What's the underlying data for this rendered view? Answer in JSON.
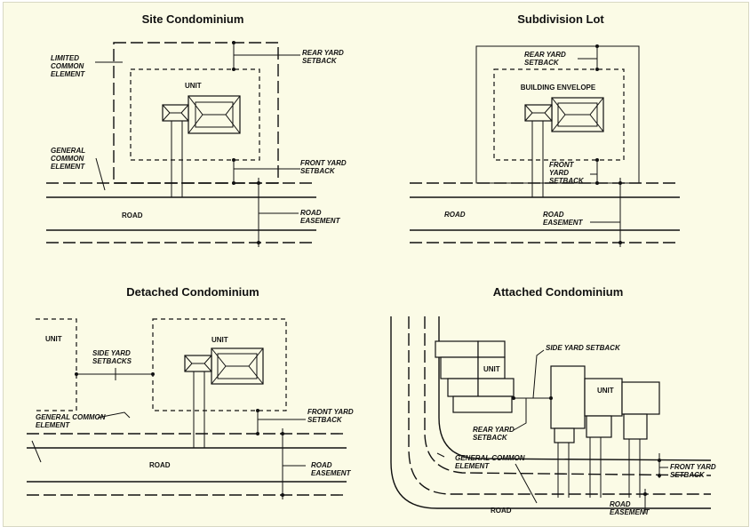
{
  "panels": {
    "site": {
      "title": "Site Condominium",
      "limited_common_element": [
        "LIMITED",
        "COMMON",
        "ELEMENT"
      ],
      "rear_yard_setback": [
        "REAR YARD",
        "SETBACK"
      ],
      "unit": "UNIT",
      "general_common_element": [
        "GENERAL",
        "COMMON",
        "ELEMENT"
      ],
      "front_yard_setback": [
        "FRONT YARD",
        "SETBACK"
      ],
      "road": "ROAD",
      "road_easement": [
        "ROAD",
        "EASEMENT"
      ]
    },
    "subdivision": {
      "title": "Subdivision Lot",
      "rear_yard_setback": [
        "REAR YARD",
        "SETBACK"
      ],
      "building_envelope": "BUILDING ENVELOPE",
      "front_yard_setback": [
        "FRONT",
        "YARD",
        "SETBACK"
      ],
      "road": "ROAD",
      "road_easement": [
        "ROAD",
        "EASEMENT"
      ]
    },
    "detached": {
      "title": "Detached Condominium",
      "unit_left": "UNIT",
      "unit_right": "UNIT",
      "side_yard_setbacks": [
        "SIDE YARD",
        "SETBACKS"
      ],
      "general_common_element": [
        "GENERAL COMMON",
        "ELEMENT"
      ],
      "front_yard_setback": [
        "FRONT YARD",
        "SETBACK"
      ],
      "road": "ROAD",
      "road_easement": [
        "ROAD",
        "EASEMENT"
      ]
    },
    "attached": {
      "title": "Attached Condominium",
      "side_yard_setback": "SIDE YARD SETBACK",
      "unit_left": "UNIT",
      "unit_right": "UNIT",
      "rear_yard_setback": [
        "REAR YARD",
        "SETBACK"
      ],
      "general_common_element": [
        "GENERAL COMMON",
        "ELEMENT"
      ],
      "front_yard_setback": [
        "FRONT YARD",
        "SETBACK"
      ],
      "road": "ROAD",
      "road_easement": [
        "ROAD",
        "EASEMENT"
      ]
    }
  }
}
